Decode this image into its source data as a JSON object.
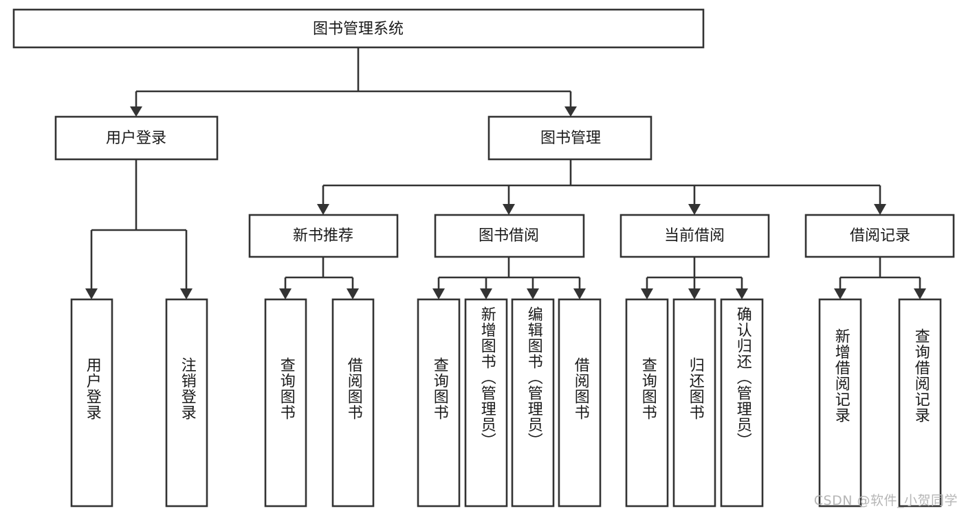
{
  "diagram": {
    "type": "tree-hierarchy",
    "title": "图书管理系统",
    "root": {
      "label": "图书管理系统"
    },
    "level2": [
      {
        "id": "user-login",
        "label": "用户登录"
      },
      {
        "id": "book-management",
        "label": "图书管理"
      }
    ],
    "level3": [
      {
        "id": "new-book-recommend",
        "label": "新书推荐",
        "parent": "book-management"
      },
      {
        "id": "book-borrow",
        "label": "图书借阅",
        "parent": "book-management"
      },
      {
        "id": "current-borrow",
        "label": "当前借阅",
        "parent": "book-management"
      },
      {
        "id": "borrow-record",
        "label": "借阅记录",
        "parent": "book-management"
      }
    ],
    "leaves": {
      "user-login": [
        {
          "id": "leaf-user-login",
          "label": "用户登录"
        },
        {
          "id": "leaf-user-logout",
          "label": "注销登录"
        }
      ],
      "new-book-recommend": [
        {
          "id": "leaf-query-book-1",
          "label": "查询图书"
        },
        {
          "id": "leaf-borrow-book-1",
          "label": "借阅图书"
        }
      ],
      "book-borrow": [
        {
          "id": "leaf-query-book-2",
          "label": "查询图书"
        },
        {
          "id": "leaf-add-book",
          "label": "新增图书（管理员）"
        },
        {
          "id": "leaf-edit-book",
          "label": "编辑图书（管理员）"
        },
        {
          "id": "leaf-borrow-book-2",
          "label": "借阅图书"
        }
      ],
      "current-borrow": [
        {
          "id": "leaf-query-book-3",
          "label": "查询图书"
        },
        {
          "id": "leaf-return-book",
          "label": "归还图书"
        },
        {
          "id": "leaf-confirm-return",
          "label": "确认归还（管理员）"
        }
      ],
      "borrow-record": [
        {
          "id": "leaf-add-record",
          "label": "新增借阅记录"
        },
        {
          "id": "leaf-query-record",
          "label": "查询借阅记录"
        }
      ]
    }
  },
  "watermark": {
    "text": "CSDN @软件_小贺同学"
  },
  "colors": {
    "box_stroke": "#333333",
    "box_fill": "#ffffff",
    "text": "#1a1a1a",
    "background": "#ffffff",
    "watermark": "#b6b6b6"
  }
}
